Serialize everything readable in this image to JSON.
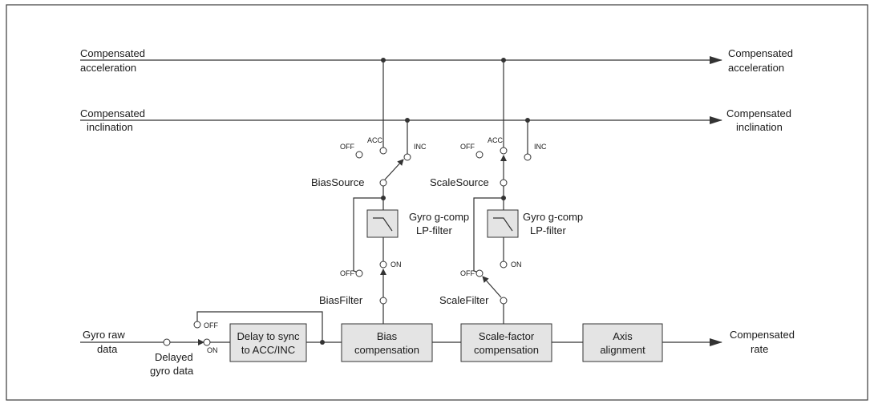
{
  "inputs": {
    "accel_line1": "Compensated",
    "accel_line2": "acceleration",
    "incl_line1": "Compensated",
    "incl_line2": "inclination",
    "gyro_line1": "Gyro raw",
    "gyro_line2": "data"
  },
  "outputs": {
    "accel_line1": "Compensated",
    "accel_line2": "acceleration",
    "incl_line1": "Compensated",
    "incl_line2": "inclination",
    "rate_line1": "Compensated",
    "rate_line2": "rate"
  },
  "blocks": {
    "delay_line1": "Delay to sync",
    "delay_line2": "to ACC/INC",
    "bias_line1": "Bias",
    "bias_line2": "compensation",
    "scale_line1": "Scale-factor",
    "scale_line2": "compensation",
    "axis_line1": "Axis",
    "axis_line2": "alignment"
  },
  "filters": {
    "bias_lp_line1": "Gyro g-comp",
    "bias_lp_line2": "LP-filter",
    "scale_lp_line1": "Gyro g-comp",
    "scale_lp_line2": "LP-filter"
  },
  "switches": {
    "bias_source": "BiasSource",
    "scale_source": "ScaleSource",
    "bias_filter": "BiasFilter",
    "scale_filter": "ScaleFilter",
    "delayed_line1": "Delayed",
    "delayed_line2": "gyro data"
  },
  "positions": {
    "off": "OFF",
    "on": "ON",
    "acc": "ACC",
    "inc": "INC"
  },
  "colors": {
    "line": "#333333",
    "block_fill": "#e4e4e4",
    "frame": "#3a3a3a"
  }
}
